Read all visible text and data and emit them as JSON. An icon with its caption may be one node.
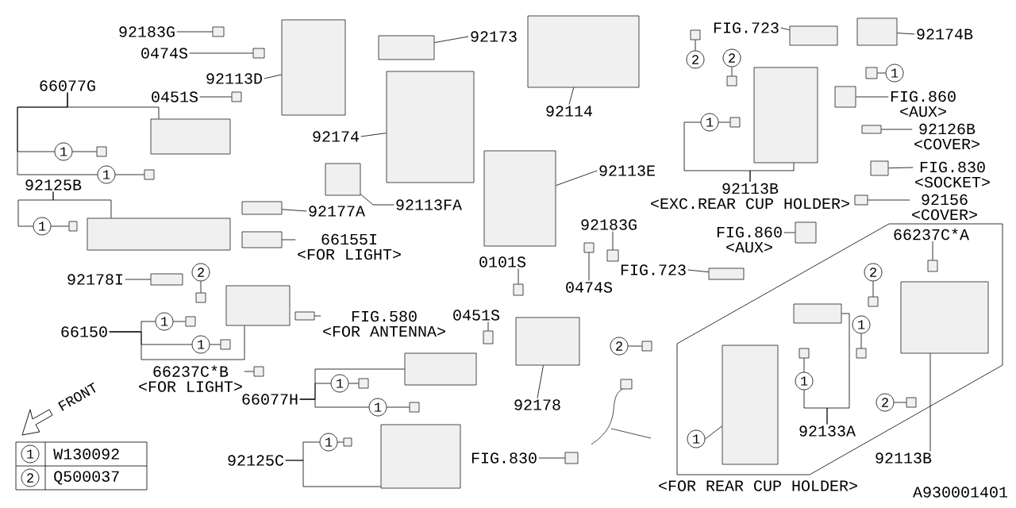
{
  "diagram": {
    "nodes": [
      {
        "text": [
          "92183G"
        ]
      },
      {
        "text": [
          "0474S"
        ]
      },
      {
        "text": [
          "92173"
        ]
      },
      {
        "text": [
          "92113D"
        ]
      },
      {
        "text": [
          "66077G"
        ]
      },
      {
        "text": [
          "0451S"
        ]
      },
      {
        "text": [
          "92114"
        ]
      },
      {
        "text": [
          "FIG.723"
        ]
      },
      {
        "text": [
          "92174B"
        ]
      },
      {
        "text": [
          "2"
        ]
      },
      {
        "text": [
          "2"
        ]
      },
      {
        "text": [
          "1"
        ]
      },
      {
        "text": [
          "FIG.860",
          "<AUX>"
        ]
      },
      {
        "text": [
          "92126B",
          "<COVER>"
        ]
      },
      {
        "text": [
          "FIG.830",
          "<SOCKET>"
        ]
      },
      {
        "text": [
          "92113B",
          "<EXC.REAR CUP HOLDER>"
        ]
      },
      {
        "text": [
          "1"
        ]
      },
      {
        "text": [
          "92174"
        ]
      },
      {
        "text": [
          "92113E"
        ]
      },
      {
        "text": [
          "1"
        ]
      },
      {
        "text": [
          "1"
        ]
      },
      {
        "text": [
          "92125B"
        ]
      },
      {
        "text": [
          "1"
        ]
      },
      {
        "text": [
          "92113FA"
        ]
      },
      {
        "text": [
          "92177A"
        ]
      },
      {
        "text": [
          "66155I",
          "<FOR LIGHT>"
        ]
      },
      {
        "text": [
          "92183G"
        ]
      },
      {
        "text": [
          "0474S"
        ]
      },
      {
        "text": [
          "0101S"
        ]
      },
      {
        "text": [
          "FIG.860",
          "<AUX>"
        ]
      },
      {
        "text": [
          "FIG.723"
        ]
      },
      {
        "text": [
          "92156",
          "<COVER>"
        ]
      },
      {
        "text": [
          "66237C*A"
        ]
      },
      {
        "text": [
          "2"
        ]
      },
      {
        "text": [
          "1"
        ]
      },
      {
        "text": [
          "1"
        ]
      },
      {
        "text": [
          "92133A"
        ]
      },
      {
        "text": [
          "1"
        ]
      },
      {
        "text": [
          "2"
        ]
      },
      {
        "text": [
          "92113B"
        ]
      },
      {
        "text": [
          "FIG.580",
          "<FOR ANTENNA>"
        ]
      },
      {
        "text": [
          "66150"
        ]
      },
      {
        "text": [
          "1"
        ]
      },
      {
        "text": [
          "1"
        ]
      },
      {
        "text": [
          "66237C*B",
          "<FOR LIGHT>"
        ]
      },
      {
        "text": [
          "66077H"
        ]
      },
      {
        "text": [
          "1"
        ]
      },
      {
        "text": [
          "1"
        ]
      },
      {
        "text": [
          "0451S"
        ]
      },
      {
        "text": [
          "92178"
        ]
      },
      {
        "text": [
          "92125C"
        ]
      },
      {
        "text": [
          "1"
        ]
      },
      {
        "text": [
          "FIG.830"
        ]
      },
      {
        "text": [],
        "shape": "box"
      },
      {
        "text": [],
        "shape": "box"
      },
      {
        "text": [],
        "shape": "box"
      },
      {
        "text": [],
        "shape": "box"
      },
      {
        "text": [],
        "shape": "box"
      },
      {
        "text": [],
        "shape": "box"
      },
      {
        "text": [],
        "shape": "box"
      },
      {
        "text": [],
        "shape": "box"
      },
      {
        "text": [],
        "shape": "box"
      },
      {
        "text": [],
        "shape": "box"
      },
      {
        "text": [],
        "shape": "box"
      },
      {
        "text": [],
        "shape": "box"
      },
      {
        "text": [
          "1"
        ]
      },
      {
        "text": [
          "2"
        ]
      },
      {
        "text": [],
        "shape": "box"
      },
      {
        "text": [],
        "shape": "box"
      },
      {
        "text": [],
        "shape": "box"
      },
      {
        "text": [],
        "shape": "box"
      },
      {
        "text": [],
        "shape": "box"
      },
      {
        "text": [],
        "shape": "box"
      },
      {
        "text": [],
        "shape": "box"
      },
      {
        "text": [],
        "shape": "box"
      },
      {
        "text": [],
        "shape": "box"
      },
      {
        "text": [],
        "shape": "box"
      },
      {
        "text": [],
        "shape": "box"
      },
      {
        "text": [],
        "shape": "box"
      },
      {
        "text": [],
        "shape": "box"
      },
      {
        "text": [],
        "shape": "box"
      },
      {
        "text": [],
        "shape": "box"
      },
      {
        "text": [],
        "shape": "box"
      },
      {
        "text": [],
        "shape": "box"
      },
      {
        "text": [],
        "shape": "box"
      },
      {
        "text": [],
        "shape": "box"
      },
      {
        "text": [],
        "shape": "box"
      },
      {
        "text": [],
        "shape": "box"
      },
      {
        "text": [],
        "shape": "box"
      },
      {
        "text": [],
        "shape": "box"
      },
      {
        "text": [],
        "shape": "box"
      },
      {
        "text": [],
        "shape": "box"
      },
      {
        "text": [],
        "shape": "box"
      },
      {
        "text": [],
        "shape": "box"
      },
      {
        "text": [],
        "shape": "box"
      },
      {
        "text": [],
        "shape": "box"
      },
      {
        "text": [],
        "shape": "box"
      },
      {
        "text": [],
        "shape": "box"
      },
      {
        "text": [],
        "shape": "box"
      },
      {
        "text": [],
        "shape": "box"
      },
      {
        "text": [],
        "shape": "box"
      },
      {
        "text": [],
        "shape": "box"
      },
      {
        "text": [],
        "shape": "box"
      },
      {
        "text": [],
        "shape": "box"
      },
      {
        "text": [],
        "shape": "box"
      },
      {
        "text": [],
        "shape": "box"
      },
      {
        "text": [],
        "shape": "box"
      },
      {
        "text": [],
        "shape": "box"
      },
      {
        "text": [
          "92178I"
        ]
      },
      {
        "text": [
          "2"
        ]
      },
      {
        "text": [
          "2"
        ]
      },
      {
        "text": [],
        "shape": "box"
      },
      {
        "text": [],
        "shape": "box"
      },
      {
        "text": [],
        "shape": "box"
      }
    ],
    "edges": [
      {
        "from": 0,
        "to": 67,
        "arrow": "none"
      },
      {
        "from": 1,
        "to": 53,
        "arrow": "none"
      },
      {
        "from": 2,
        "to": 68,
        "arrow": "none"
      },
      {
        "from": 3,
        "to": 69,
        "arrow": "none"
      },
      {
        "from": 4,
        "to": 19,
        "arrow": "none"
      },
      {
        "from": 4,
        "to": 20,
        "arrow": "none"
      },
      {
        "from": 4,
        "to": 54,
        "arrow": "none"
      },
      {
        "from": 5,
        "to": 55,
        "arrow": "none"
      },
      {
        "from": 6,
        "to": 70,
        "arrow": "none"
      },
      {
        "from": 7,
        "to": 71,
        "arrow": "none"
      },
      {
        "from": 8,
        "to": 72,
        "arrow": "none"
      },
      {
        "from": 9,
        "to": 56,
        "arrow": "none"
      },
      {
        "from": 10,
        "to": 73,
        "arrow": "none"
      },
      {
        "from": 11,
        "to": 74,
        "arrow": "none"
      },
      {
        "from": 12,
        "to": 75,
        "arrow": "none"
      },
      {
        "from": 13,
        "to": 57,
        "arrow": "none"
      },
      {
        "from": 14,
        "to": 63,
        "arrow": "none"
      },
      {
        "from": 15,
        "to": 16,
        "arrow": "none"
      },
      {
        "from": 15,
        "to": 76,
        "arrow": "none"
      },
      {
        "from": 16,
        "to": 77,
        "arrow": "none"
      },
      {
        "from": 17,
        "to": 78,
        "arrow": "none"
      },
      {
        "from": 18,
        "to": 79,
        "arrow": "none"
      },
      {
        "from": 19,
        "to": 80,
        "arrow": "none"
      },
      {
        "from": 20,
        "to": 81,
        "arrow": "none"
      },
      {
        "from": 21,
        "to": 22,
        "arrow": "none"
      },
      {
        "from": 21,
        "to": 82,
        "arrow": "none"
      },
      {
        "from": 22,
        "to": 83,
        "arrow": "none"
      },
      {
        "from": 23,
        "to": 58,
        "arrow": "none"
      },
      {
        "from": 24,
        "to": 84,
        "arrow": "none"
      },
      {
        "from": 25,
        "to": 85,
        "arrow": "none"
      },
      {
        "from": 26,
        "to": 86,
        "arrow": "none"
      },
      {
        "from": 27,
        "to": 59,
        "arrow": "none"
      },
      {
        "from": 28,
        "to": 87,
        "arrow": "none"
      },
      {
        "from": 29,
        "to": 88,
        "arrow": "none"
      },
      {
        "from": 30,
        "to": 60,
        "arrow": "none"
      },
      {
        "from": 31,
        "to": 61,
        "arrow": "none"
      },
      {
        "from": 32,
        "to": 89,
        "arrow": "none"
      },
      {
        "from": 33,
        "to": 90,
        "arrow": "none"
      },
      {
        "from": 34,
        "to": 91,
        "arrow": "none"
      },
      {
        "from": 35,
        "to": 92,
        "arrow": "none"
      },
      {
        "from": 36,
        "to": 35,
        "arrow": "none"
      },
      {
        "from": 36,
        "to": 93,
        "arrow": "none"
      },
      {
        "from": 37,
        "to": 94,
        "arrow": "none"
      },
      {
        "from": 38,
        "to": 95,
        "arrow": "none"
      },
      {
        "from": 39,
        "to": 96,
        "arrow": "none"
      },
      {
        "from": 40,
        "to": 64,
        "arrow": "none"
      },
      {
        "from": 41,
        "to": 42,
        "arrow": "none"
      },
      {
        "from": 41,
        "to": 43,
        "arrow": "none"
      },
      {
        "from": 41,
        "to": 97,
        "arrow": "none"
      },
      {
        "from": 42,
        "to": 98,
        "arrow": "none"
      },
      {
        "from": 43,
        "to": 62,
        "arrow": "none"
      },
      {
        "from": 44,
        "to": 99,
        "arrow": "none"
      },
      {
        "from": 45,
        "to": 46,
        "arrow": "none"
      },
      {
        "from": 45,
        "to": 47,
        "arrow": "none"
      },
      {
        "from": 45,
        "to": 100,
        "arrow": "none"
      },
      {
        "from": 46,
        "to": 101,
        "arrow": "none"
      },
      {
        "from": 47,
        "to": 102,
        "arrow": "none"
      },
      {
        "from": 48,
        "to": 103,
        "arrow": "none"
      },
      {
        "from": 49,
        "to": 104,
        "arrow": "none"
      },
      {
        "from": 50,
        "to": 51,
        "arrow": "none"
      },
      {
        "from": 50,
        "to": 105,
        "arrow": "none"
      },
      {
        "from": 51,
        "to": 106,
        "arrow": "none"
      },
      {
        "from": 52,
        "to": 107,
        "arrow": "none"
      },
      {
        "from": 108,
        "to": 111,
        "arrow": "none"
      },
      {
        "from": 109,
        "to": 112,
        "arrow": "none"
      },
      {
        "from": 110,
        "to": 113,
        "arrow": "none"
      }
    ],
    "labels": [
      "FRONT",
      "W130092",
      "Q500037",
      "<FOR REAR CUP HOLDER>",
      "A930001401"
    ]
  }
}
